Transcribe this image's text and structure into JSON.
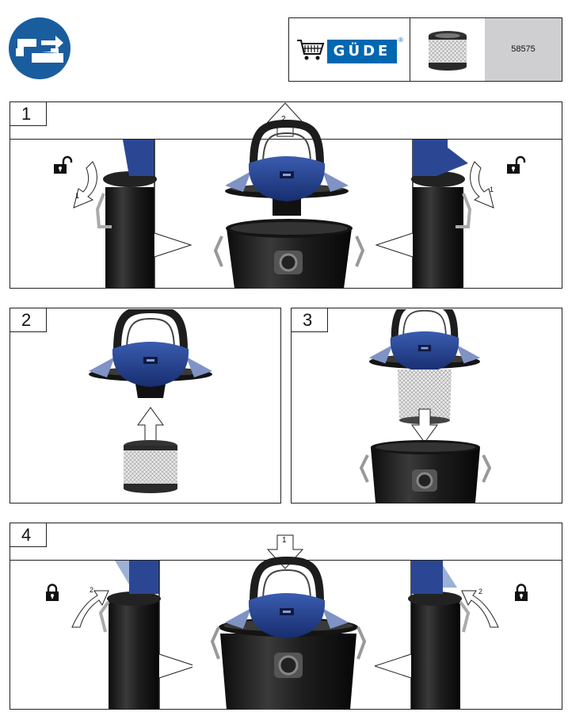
{
  "header": {
    "part_number": "58575",
    "brand_logo_text": "GÜDE",
    "registered_mark": "®",
    "icon_cart": "shopping-cart-icon",
    "icon_mandatory": "mandatory-action-icon"
  },
  "colors": {
    "mandatory_blue": "#1a5d9e",
    "brand_blue": "#0067b1",
    "part_number_bg": "#cfcfd1",
    "device_blue": "#23408a",
    "drum_black": "#1a1a1a"
  },
  "steps": [
    {
      "number": "1",
      "arrow_main": "2",
      "arrow_left": "1",
      "arrow_right": "1",
      "lock_state": "unlocked"
    },
    {
      "number": "2"
    },
    {
      "number": "3"
    },
    {
      "number": "4",
      "arrow_main": "1",
      "arrow_left": "2",
      "arrow_right": "2",
      "lock_state": "locked"
    }
  ]
}
